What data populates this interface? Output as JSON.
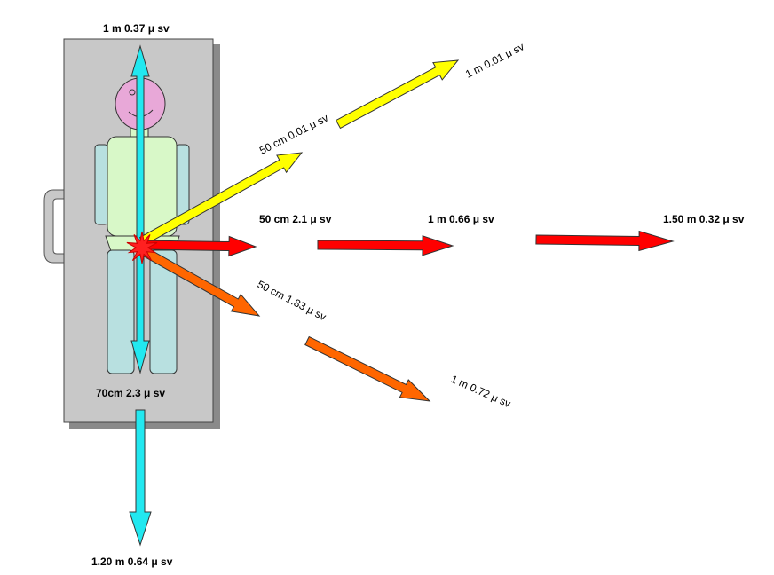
{
  "labels": {
    "top": "1 m 0.37 μ sv",
    "yellow_50": "50 cm 0.01 μ sv",
    "yellow_1m": "1 m 0.01 μ sv",
    "red_50": "50 cm 2.1 μ sv",
    "red_1m": "1 m 0.66 μ sv",
    "red_150": "1.50 m 0.32 μ sv",
    "orange_50": "50 cm 1.83 μ sv",
    "orange_1m": "1 m 0.72 μ sv",
    "bottom_70": "70cm 2.3 μ sv",
    "bottom_120": "1.20 m 0.64 μ sv"
  },
  "colors": {
    "cyan": "#22e8f0",
    "yellow": "#ffff00",
    "red": "#ff0000",
    "orange": "#ff6600",
    "bed": "#c8c8c8",
    "bed_shadow": "#8a8a8a",
    "head": "#e8a8d8",
    "torso": "#d8f8c8",
    "limbs": "#b8e0e0",
    "burst": "#ff2020"
  }
}
